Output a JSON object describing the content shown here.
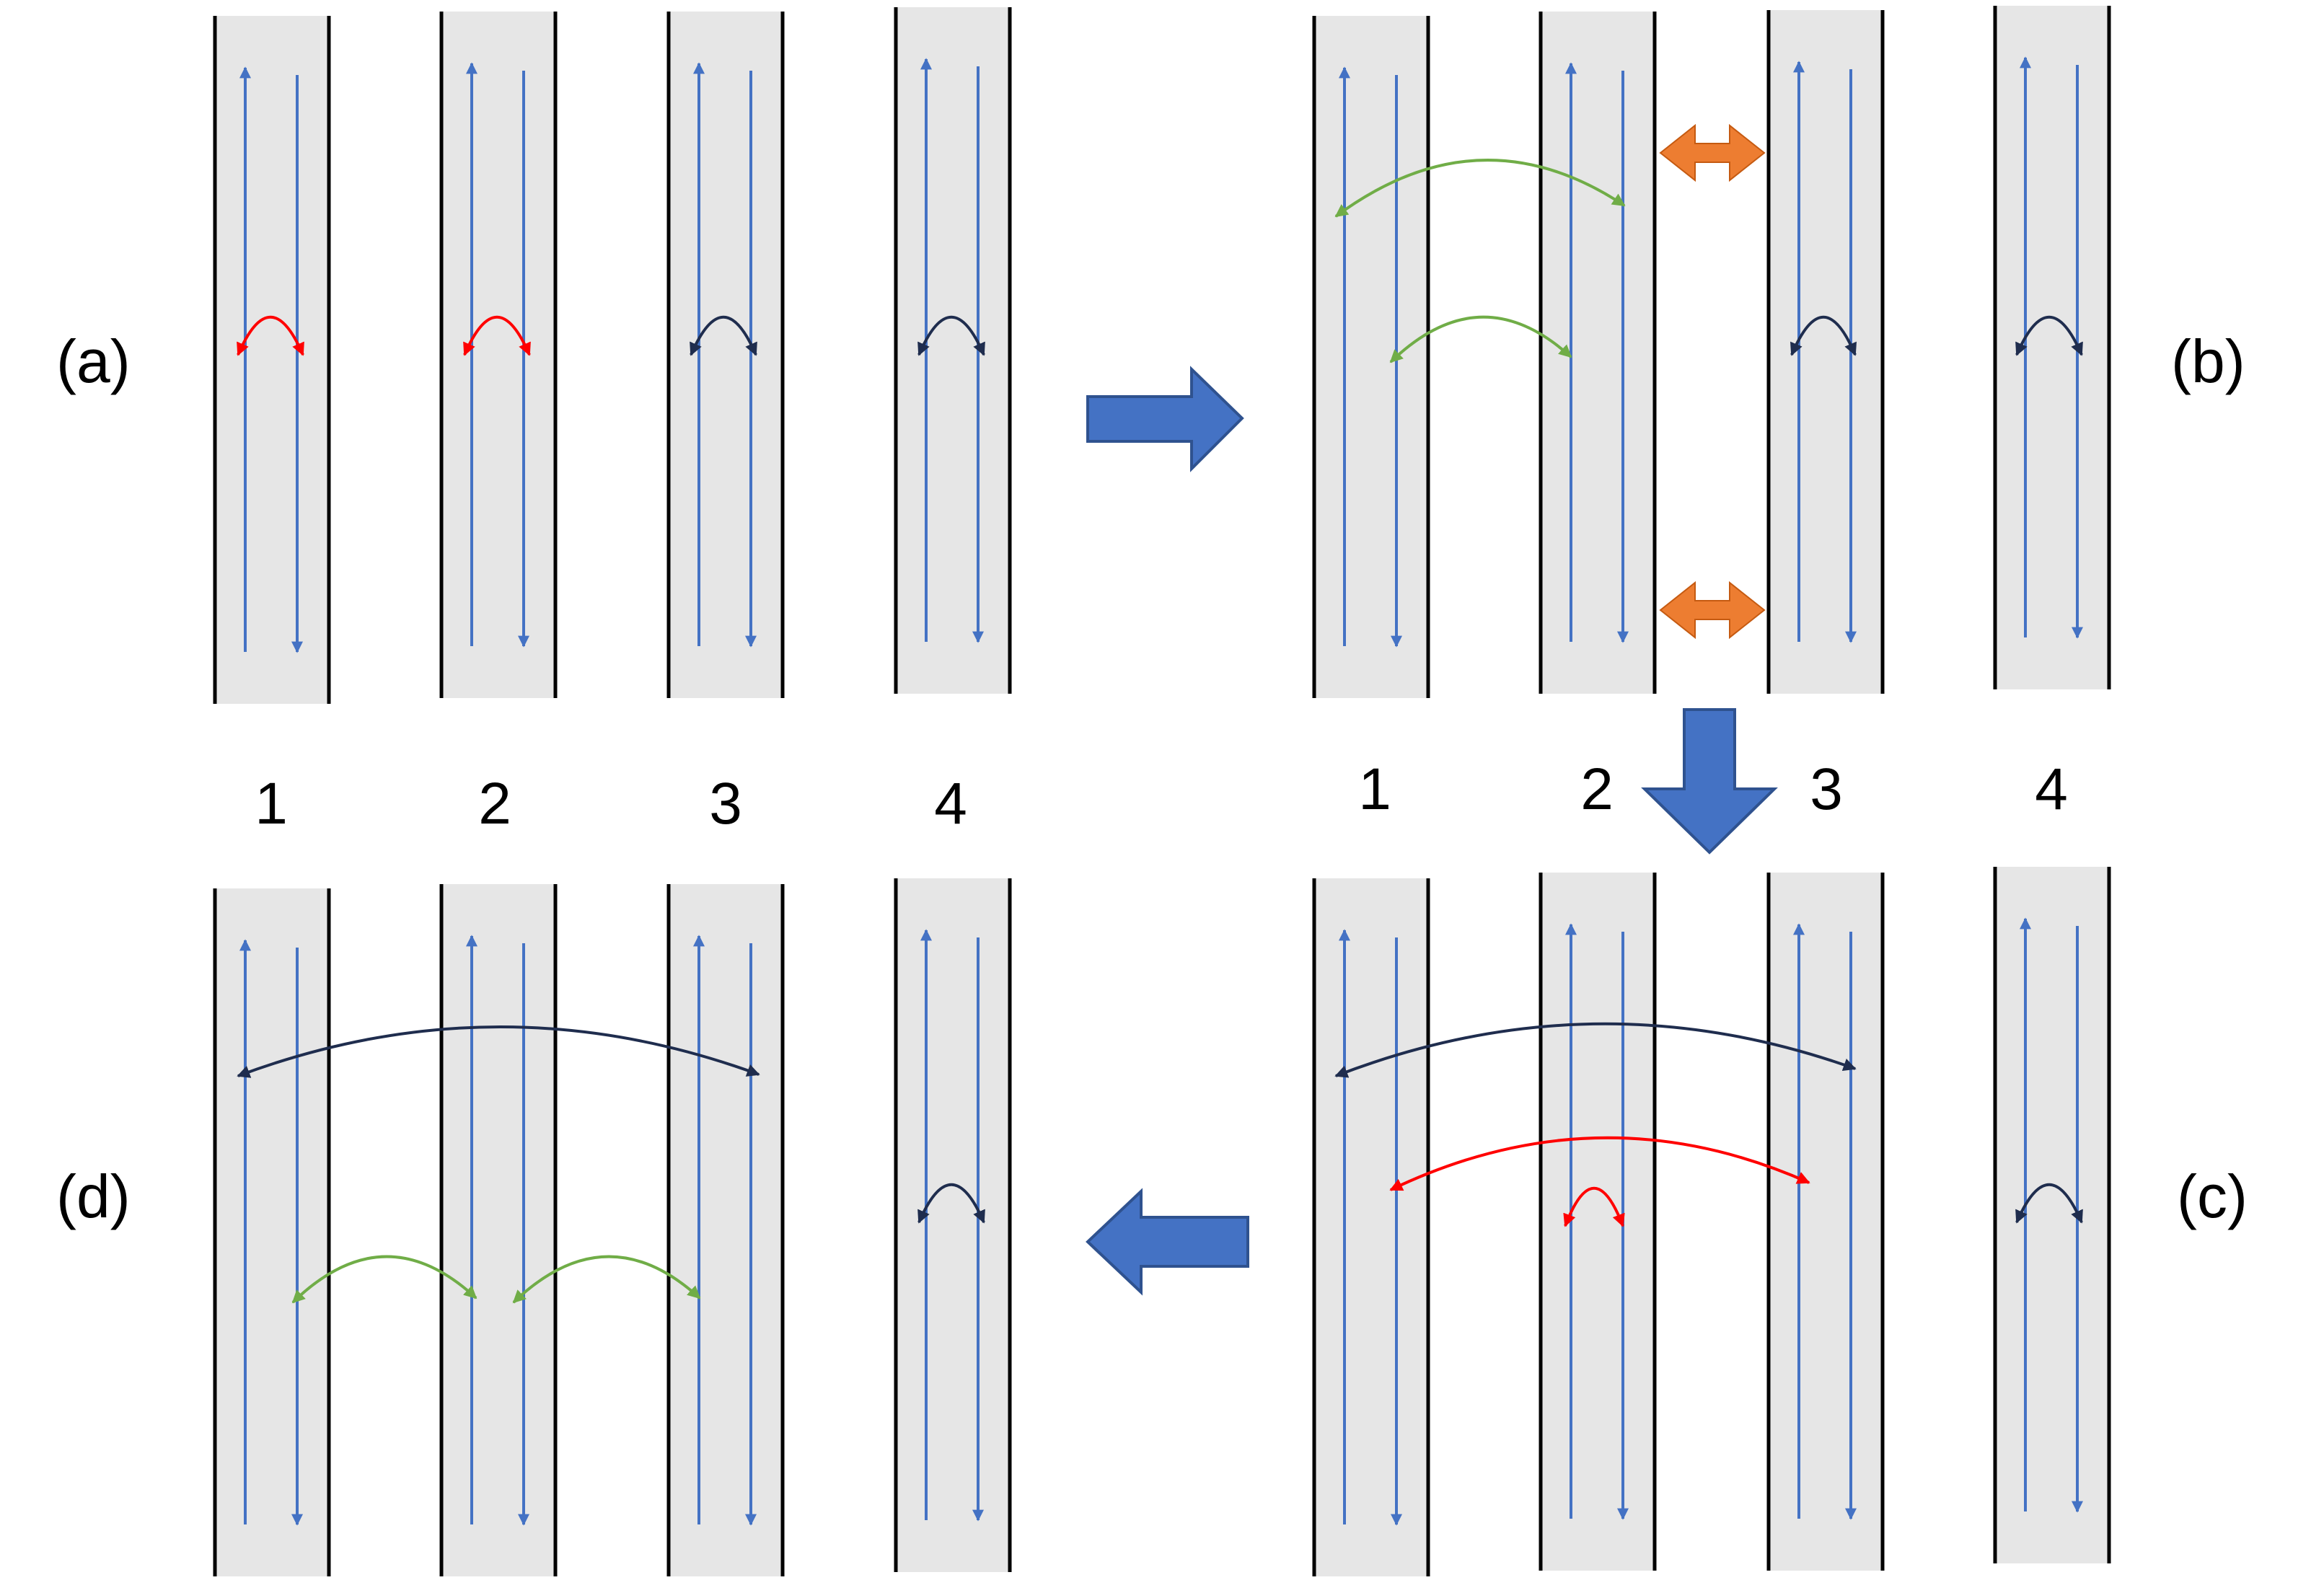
{
  "panels": [
    {
      "id": "a",
      "label": "(a)",
      "column_labels": [
        "1",
        "2",
        "3",
        "4"
      ]
    },
    {
      "id": "b",
      "label": "(b)",
      "column_labels": [
        "1",
        "2",
        "3",
        "4"
      ]
    },
    {
      "id": "c",
      "label": "(c)"
    },
    {
      "id": "d",
      "label": "(d)"
    }
  ],
  "colors": {
    "channel_fill": "#e6e6e6",
    "channel_wall": "#000000",
    "flow_arrow": "#4472c4",
    "exchange_red": "#ff0000",
    "exchange_dark": "#1f2d4e",
    "exchange_green": "#70ad47",
    "orange_double_arrow": "#ed7d31",
    "step_arrow": "#4472c4",
    "step_arrow_outline": "#2f528f"
  },
  "icons": {
    "step_arrows": [
      "right-arrow",
      "down-arrow",
      "left-arrow"
    ],
    "orange_arrows": [
      "double-arrow",
      "double-arrow"
    ]
  }
}
